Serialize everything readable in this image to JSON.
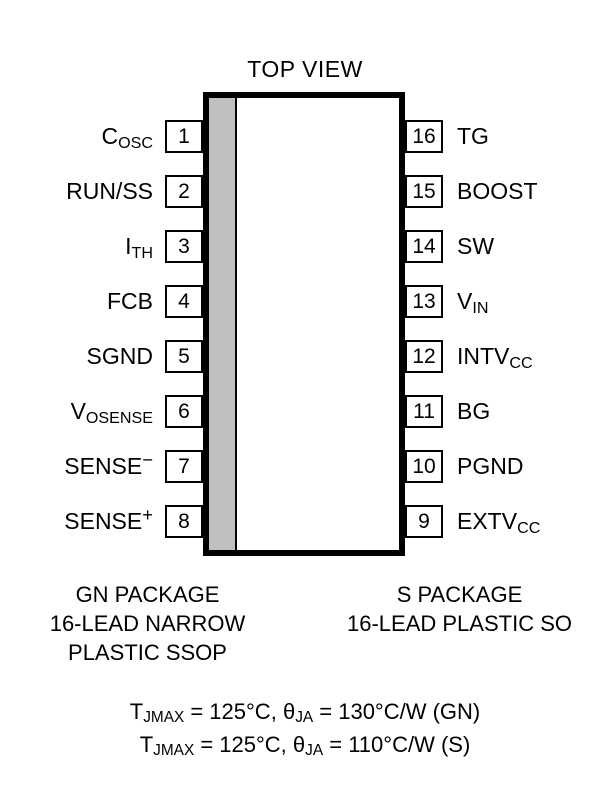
{
  "title": "TOP VIEW",
  "chip": {
    "notch_side": "left",
    "notch_color": "#bfbfbf",
    "border_color": "#000000",
    "body_color": "#ffffff"
  },
  "pins_left": [
    {
      "number": "1",
      "label": "COSC",
      "base": "C",
      "sub": "OSC",
      "sup": ""
    },
    {
      "number": "2",
      "label": "RUN/SS",
      "base": "RUN/SS",
      "sub": "",
      "sup": ""
    },
    {
      "number": "3",
      "label": "ITH",
      "base": "I",
      "sub": "TH",
      "sup": ""
    },
    {
      "number": "4",
      "label": "FCB",
      "base": "FCB",
      "sub": "",
      "sup": ""
    },
    {
      "number": "5",
      "label": "SGND",
      "base": "SGND",
      "sub": "",
      "sup": ""
    },
    {
      "number": "6",
      "label": "VOSENSE",
      "base": "V",
      "sub": "OSENSE",
      "sup": ""
    },
    {
      "number": "7",
      "label": "SENSE-",
      "base": "SENSE",
      "sub": "",
      "sup": "−"
    },
    {
      "number": "8",
      "label": "SENSE+",
      "base": "SENSE",
      "sub": "",
      "sup": "+"
    }
  ],
  "pins_right": [
    {
      "number": "16",
      "label": "TG",
      "base": "TG",
      "sub": "",
      "sup": ""
    },
    {
      "number": "15",
      "label": "BOOST",
      "base": "BOOST",
      "sub": "",
      "sup": ""
    },
    {
      "number": "14",
      "label": "SW",
      "base": "SW",
      "sub": "",
      "sup": ""
    },
    {
      "number": "13",
      "label": "VIN",
      "base": "V",
      "sub": "IN",
      "sup": ""
    },
    {
      "number": "12",
      "label": "INTVCC",
      "base": "INTV",
      "sub": "CC",
      "sup": ""
    },
    {
      "number": "11",
      "label": "BG",
      "base": "BG",
      "sub": "",
      "sup": ""
    },
    {
      "number": "10",
      "label": "PGND",
      "base": "PGND",
      "sub": "",
      "sup": ""
    },
    {
      "number": "9",
      "label": "EXTVCC",
      "base": "EXTV",
      "sub": "CC",
      "sup": ""
    }
  ],
  "packages": {
    "gn": {
      "line1": "GN PACKAGE",
      "line2": "16-LEAD NARROW",
      "line3": "PLASTIC SSOP"
    },
    "s": {
      "line1": "S PACKAGE",
      "line2": "16-LEAD PLASTIC SO",
      "line3": ""
    }
  },
  "thermal": [
    {
      "tj_base": "T",
      "tj_sub": "JMAX",
      "tj_value": " = 125°C, ",
      "theta_base": "θ",
      "theta_sub": "JA",
      "theta_value": " = 130°C/W (GN)"
    },
    {
      "tj_base": "T",
      "tj_sub": "JMAX",
      "tj_value": " = 125°C, ",
      "theta_base": "θ",
      "theta_sub": "JA",
      "theta_value": " = 110°C/W (S)"
    }
  ]
}
